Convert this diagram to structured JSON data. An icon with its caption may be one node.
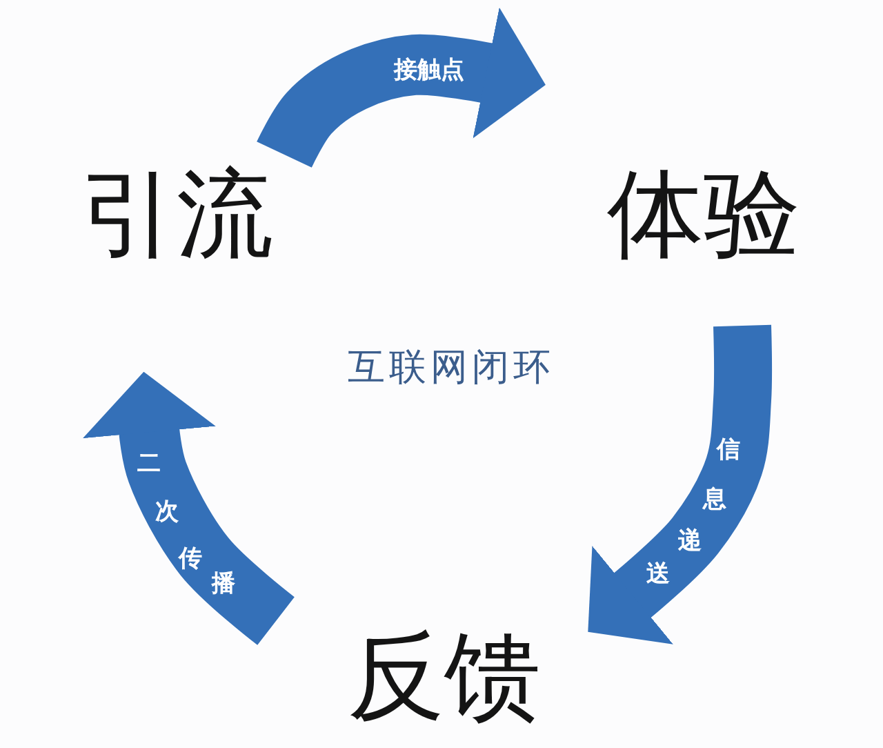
{
  "diagram": {
    "nodes": [
      {
        "text": [
          "引流"
        ]
      },
      {
        "text": [
          "体验"
        ]
      },
      {
        "text": [
          "反馈"
        ]
      }
    ],
    "edges": [
      {
        "from": 0,
        "to": 1,
        "arrow": "to",
        "label": "接触点"
      },
      {
        "from": 1,
        "to": 2,
        "arrow": "to",
        "label": "信息递送"
      },
      {
        "from": 2,
        "to": 0,
        "arrow": "to",
        "label": "二次传播"
      }
    ],
    "labels": [
      "互联网闭环"
    ]
  }
}
